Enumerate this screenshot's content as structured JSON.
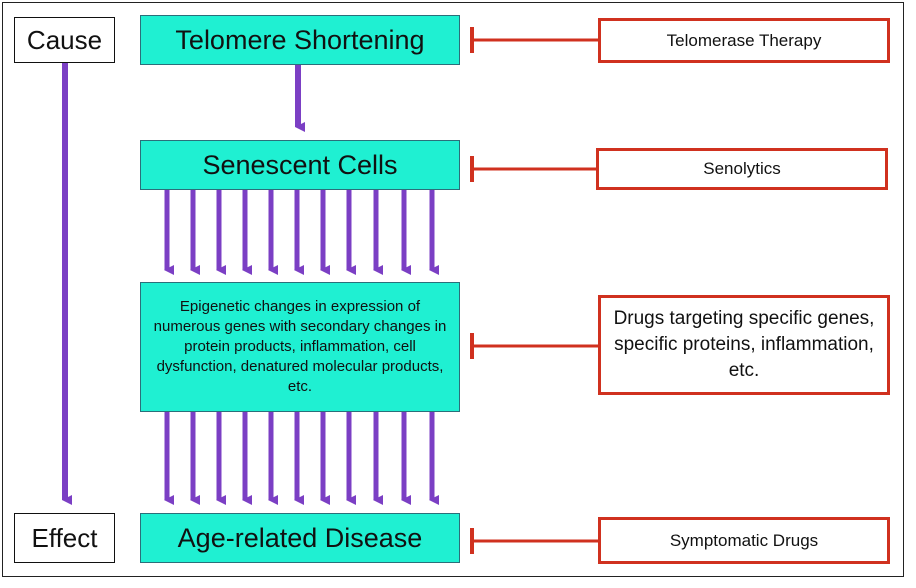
{
  "side_labels": {
    "cause": "Cause",
    "effect": "Effect"
  },
  "nodes": {
    "telomere": "Telomere Shortening",
    "senescent": "Senescent Cells",
    "epigenetic": "Epigenetic changes in expression of numerous genes with secondary changes in protein products, inflammation, cell dysfunction, denatured molecular products, etc.",
    "disease": "Age-related Disease"
  },
  "interventions": {
    "telomerase": "Telomerase Therapy",
    "senolytics": "Senolytics",
    "targeting": "Drugs targeting specific genes, specific proteins, inflammation, etc.",
    "symptomatic": "Symptomatic Drugs"
  },
  "colors": {
    "node_fill": "#1ff0d2",
    "arrow": "#7b3fc4",
    "inhibitor": "#d0311f"
  }
}
